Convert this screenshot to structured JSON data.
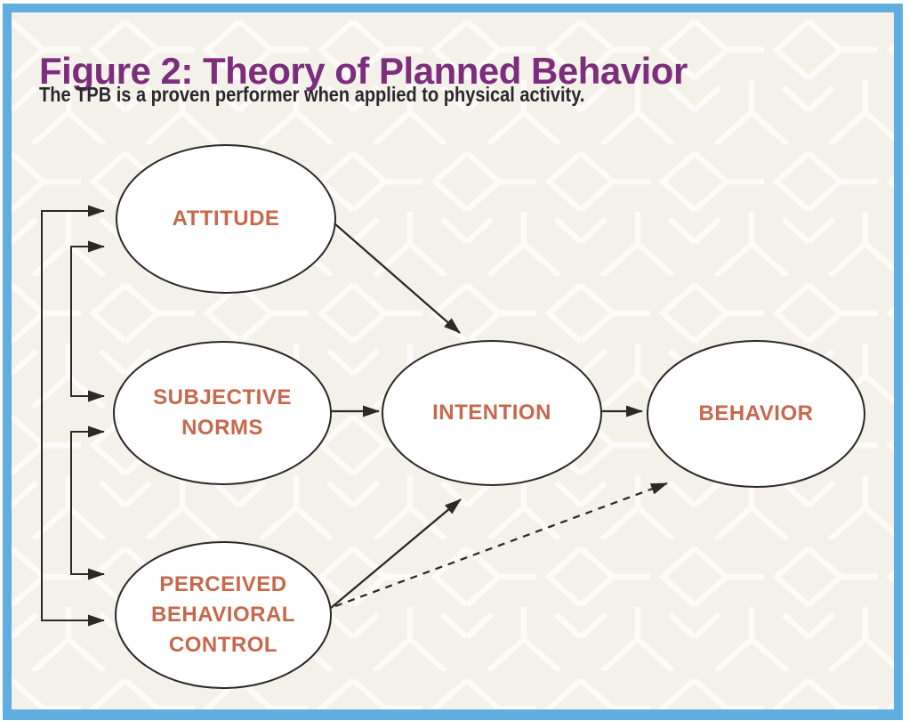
{
  "figure": {
    "title": "Figure 2: Theory of Planned Behavior",
    "subtitle": "The TPB is a proven performer when applied to physical activity."
  },
  "diagram": {
    "nodes": [
      {
        "id": "attitude",
        "label": "ATTITUDE"
      },
      {
        "id": "subjective-norms",
        "label": "SUBJECTIVE NORMS"
      },
      {
        "id": "perceived-behavioral-control",
        "label": "PERCEIVED BEHAVIORAL CONTROL"
      },
      {
        "id": "intention",
        "label": "INTENTION"
      },
      {
        "id": "behavior",
        "label": "BEHAVIOR"
      }
    ],
    "edges": [
      {
        "from": "attitude",
        "to": "intention",
        "style": "solid-arrow"
      },
      {
        "from": "subjective-norms",
        "to": "intention",
        "style": "solid-arrow"
      },
      {
        "from": "perceived-behavioral-control",
        "to": "intention",
        "style": "solid-arrow"
      },
      {
        "from": "intention",
        "to": "behavior",
        "style": "solid-arrow"
      },
      {
        "from": "perceived-behavioral-control",
        "to": "behavior",
        "style": "dashed-arrow"
      },
      {
        "from": "attitude",
        "to": "subjective-norms",
        "style": "double-headed-bracket"
      },
      {
        "from": "subjective-norms",
        "to": "perceived-behavioral-control",
        "style": "double-headed-bracket"
      },
      {
        "from": "attitude",
        "to": "perceived-behavioral-control",
        "style": "double-headed-bracket"
      }
    ]
  },
  "colors": {
    "frame_blue": "#5FAEDF",
    "background_beige": "#F4F1EB",
    "pattern_white": "#FCFBF7",
    "title_purple": "#7C2E7D",
    "subtitle_dark": "#2A282B",
    "node_text_orange": "#C7684C",
    "line_dark": "#2B2926"
  }
}
